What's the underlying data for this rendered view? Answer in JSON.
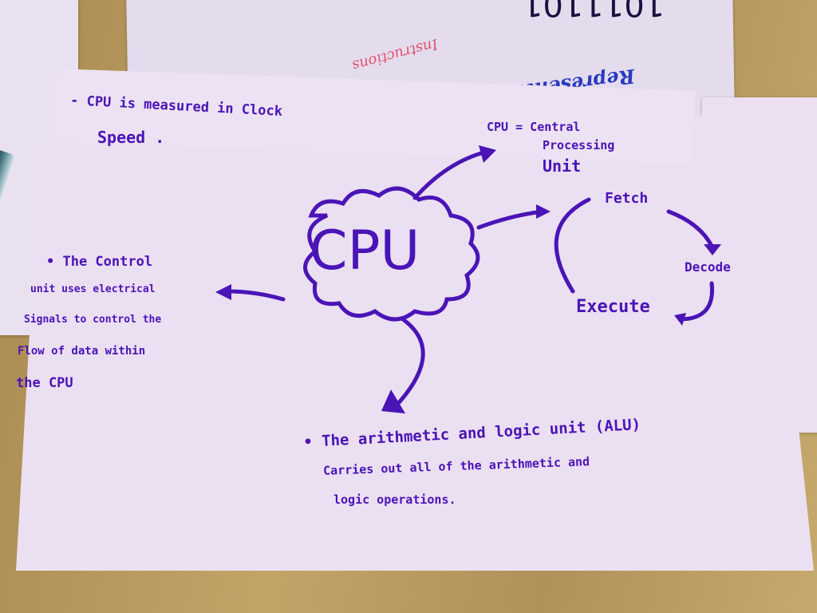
{
  "background_sheets": {
    "binary_text": "1011101",
    "instructions_text": "Instructions",
    "representation_text": "Representation"
  },
  "mindmap": {
    "center": "CPU",
    "notes": {
      "clock_speed": [
        "- CPU is measured in Clock",
        "Speed ."
      ],
      "definition": [
        "CPU = Central",
        "Processing",
        "Unit"
      ],
      "control_unit": [
        "• The Control",
        "unit uses electrical",
        "Signals to control the",
        "Flow of data within",
        "the CPU"
      ],
      "alu": [
        "• The arithmetic and logic unit (ALU)",
        "Carries out all of the arithmetic and",
        "logic operations."
      ]
    },
    "cycle": {
      "fetch": "Fetch",
      "decode": "Decode",
      "execute": "Execute"
    }
  },
  "colors": {
    "ink": "#4a14b6",
    "paper": "#e9e0f0",
    "wood": "#b3955c",
    "red_ink": "#e0506a"
  }
}
